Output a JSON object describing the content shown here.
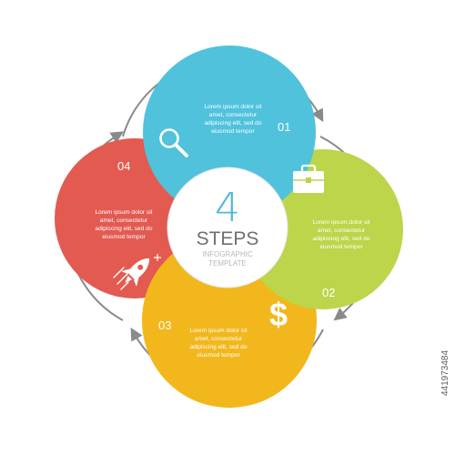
{
  "colors": {
    "step1": "#50c2dc",
    "step2": "#bcd54a",
    "step3": "#f2b71c",
    "step4": "#e35a51",
    "number_blue": "#4fb7da",
    "arrow": "#8a8a8a",
    "background": "#ffffff"
  },
  "center": {
    "number": "4",
    "title": "STEPS",
    "sub1": "INFOGRAPHIC",
    "sub2": "TEMPLATE"
  },
  "steps": [
    {
      "number": "01",
      "icon": "magnifier-icon",
      "text": [
        "Lorem ipsum dolor sit",
        "amet, consectetur",
        "adipiscing elit, sed do",
        "eiusmod tempor"
      ]
    },
    {
      "number": "02",
      "icon": "briefcase-icon",
      "text": [
        "Lorem ipsum dolor sit",
        "amet, consectetur",
        "adipiscing elit, sed do",
        "eiusmod tempor"
      ]
    },
    {
      "number": "03",
      "icon": "dollar-icon",
      "icon_text": "$",
      "text": [
        "Lorem ipsum dolor sit",
        "amet, consectetur",
        "adipiscing elit, sed do",
        "eiusmod tempor"
      ]
    },
    {
      "number": "04",
      "icon": "rocket-icon",
      "text": [
        "Lorem ipsum dolor sit",
        "amet, consectetur",
        "adipiscing elit, sed do",
        "eiusmod tempor"
      ]
    }
  ],
  "watermark_id": "441973484"
}
